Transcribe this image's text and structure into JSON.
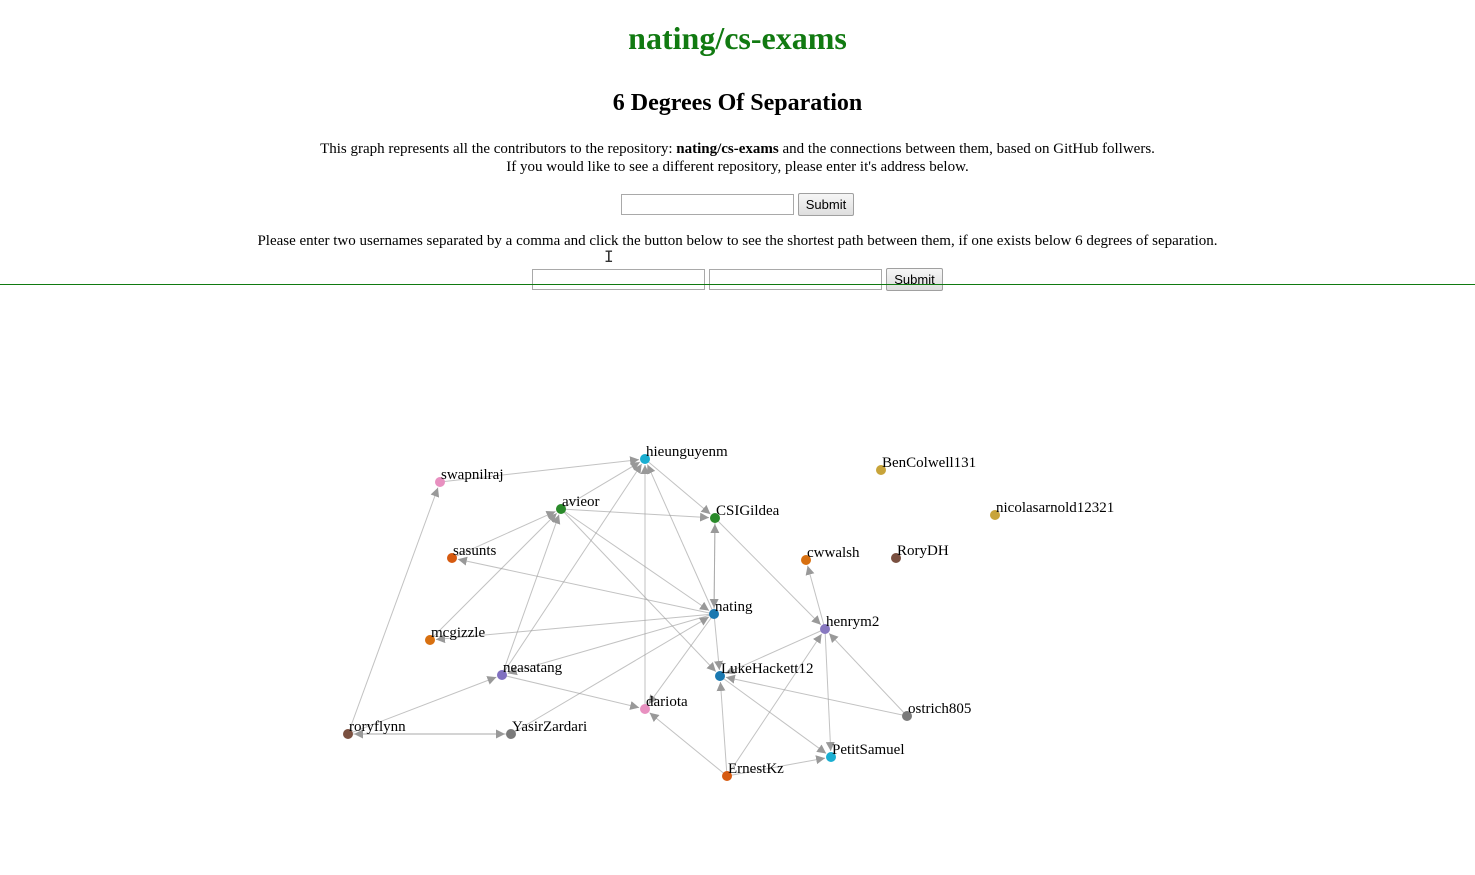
{
  "header": {
    "repo_title": "nating/cs-exams",
    "heading": "6 Degrees Of Separation",
    "intro_prefix": "This graph represents all the contributors to the repository: ",
    "intro_repo": "nating/cs-exams",
    "intro_suffix": " and the connections between them, based on GitHub follwers.",
    "intro_line2": "If you would like to see a different repository, please enter it's address below."
  },
  "repo_form": {
    "input_value": "",
    "submit_label": "Submit"
  },
  "path_form": {
    "instructions": "Please enter two usernames separated by a comma and click the button below to see the shortest path between them, if one exists below 6 degrees of separation.",
    "input1_value": "",
    "input2_value": "",
    "submit_label": "Submit"
  },
  "graph": {
    "nodes": [
      {
        "id": "hieunguyenm",
        "label": "hieunguyenm",
        "color": "#1aaed1"
      },
      {
        "id": "swapnilraj",
        "label": "swapnilraj",
        "color": "#e890c0"
      },
      {
        "id": "avieor",
        "label": "avieor",
        "color": "#2a8a2a"
      },
      {
        "id": "CSIGildea",
        "label": "CSIGildea",
        "color": "#2a8a2a"
      },
      {
        "id": "sasunts",
        "label": "sasunts",
        "color": "#d65a10"
      },
      {
        "id": "BenColwell131",
        "label": "BenColwell131",
        "color": "#c8a43a"
      },
      {
        "id": "nicolasarnold12321",
        "label": "nicolasarnold12321",
        "color": "#c8a43a"
      },
      {
        "id": "cwwalsh",
        "label": "cwwalsh",
        "color": "#d87010"
      },
      {
        "id": "RoryDH",
        "label": "RoryDH",
        "color": "#7a5040"
      },
      {
        "id": "nating",
        "label": "nating",
        "color": "#1a78b0"
      },
      {
        "id": "mcgizzle",
        "label": "mcgizzle",
        "color": "#d87010"
      },
      {
        "id": "henrym2",
        "label": "henrym2",
        "color": "#8878c0"
      },
      {
        "id": "neasatang",
        "label": "neasatang",
        "color": "#8070c0"
      },
      {
        "id": "LukeHackett12",
        "label": "LukeHackett12",
        "color": "#1a78b0"
      },
      {
        "id": "ostrich805",
        "label": "ostrich805",
        "color": "#7a7a7a"
      },
      {
        "id": "dariota",
        "label": "dariota",
        "color": "#e890c0"
      },
      {
        "id": "roryflynn",
        "label": "roryflynn",
        "color": "#7a5040"
      },
      {
        "id": "YasirZardari",
        "label": "YasirZardari",
        "color": "#7a7a7a"
      },
      {
        "id": "PetitSamuel",
        "label": "PetitSamuel",
        "color": "#1aaed1"
      },
      {
        "id": "ErnestKz",
        "label": "ErnestKz",
        "color": "#d65a10"
      }
    ],
    "links": [
      {
        "source": "swapnilraj",
        "target": "hieunguyenm"
      },
      {
        "source": "avieor",
        "target": "hieunguyenm"
      },
      {
        "source": "hieunguyenm",
        "target": "CSIGildea"
      },
      {
        "source": "avieor",
        "target": "CSIGildea"
      },
      {
        "source": "sasunts",
        "target": "avieor"
      },
      {
        "source": "mcgizzle",
        "target": "avieor"
      },
      {
        "source": "neasatang",
        "target": "avieor"
      },
      {
        "source": "nating",
        "target": "sasunts"
      },
      {
        "source": "nating",
        "target": "mcgizzle"
      },
      {
        "source": "nating",
        "target": "neasatang"
      },
      {
        "source": "nating",
        "target": "hieunguyenm"
      },
      {
        "source": "nating",
        "target": "CSIGildea"
      },
      {
        "source": "CSIGildea",
        "target": "nating"
      },
      {
        "source": "nating",
        "target": "dariota"
      },
      {
        "source": "nating",
        "target": "LukeHackett12"
      },
      {
        "source": "avieor",
        "target": "nating"
      },
      {
        "source": "YasirZardari",
        "target": "nating"
      },
      {
        "source": "dariota",
        "target": "hieunguyenm"
      },
      {
        "source": "neasatang",
        "target": "hieunguyenm"
      },
      {
        "source": "avieor",
        "target": "LukeHackett12"
      },
      {
        "source": "CSIGildea",
        "target": "henrym2"
      },
      {
        "source": "henrym2",
        "target": "cwwalsh"
      },
      {
        "source": "henrym2",
        "target": "LukeHackett12"
      },
      {
        "source": "ostrich805",
        "target": "henrym2"
      },
      {
        "source": "ostrich805",
        "target": "LukeHackett12"
      },
      {
        "source": "henrym2",
        "target": "PetitSamuel"
      },
      {
        "source": "ErnestKz",
        "target": "henrym2"
      },
      {
        "source": "ErnestKz",
        "target": "LukeHackett12"
      },
      {
        "source": "ErnestKz",
        "target": "PetitSamuel"
      },
      {
        "source": "LukeHackett12",
        "target": "PetitSamuel"
      },
      {
        "source": "ErnestKz",
        "target": "dariota"
      },
      {
        "source": "neasatang",
        "target": "dariota"
      },
      {
        "source": "roryflynn",
        "target": "neasatang"
      },
      {
        "source": "roryflynn",
        "target": "YasirZardari"
      },
      {
        "source": "YasirZardari",
        "target": "roryflynn"
      },
      {
        "source": "roryflynn",
        "target": "swapnilraj"
      }
    ]
  }
}
